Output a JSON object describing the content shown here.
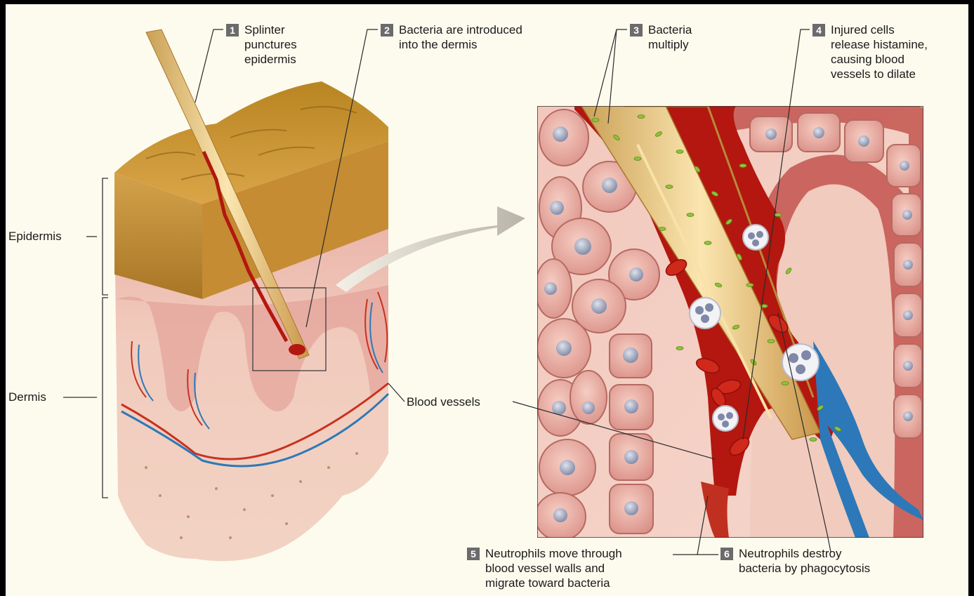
{
  "labels": {
    "epidermis": "Epidermis",
    "dermis": "Dermis",
    "blood_vessels": "Blood vessels"
  },
  "steps": [
    {
      "num": "1",
      "text": [
        "Splinter",
        "punctures",
        "epidermis"
      ]
    },
    {
      "num": "2",
      "text": [
        "Bacteria are introduced",
        "into the dermis"
      ]
    },
    {
      "num": "3",
      "text": [
        "Bacteria",
        "multiply"
      ]
    },
    {
      "num": "4",
      "text": [
        "Injured cells",
        "release histamine,",
        "causing blood",
        "vessels to dilate"
      ]
    },
    {
      "num": "5",
      "text": [
        "Neutrophils move through",
        "blood vessel walls and",
        "migrate toward bacteria"
      ]
    },
    {
      "num": "6",
      "text": [
        "Neutrophils destroy",
        "bacteria by phagocytosis"
      ]
    }
  ],
  "colors": {
    "background": "#fdfbee",
    "epidermis": "#c8912e",
    "dermis": "#efc3b0",
    "blood": "#b3170f",
    "vein": "#2d78b8",
    "bacteria": "#8fc23a",
    "splinter": "#f0c878"
  }
}
